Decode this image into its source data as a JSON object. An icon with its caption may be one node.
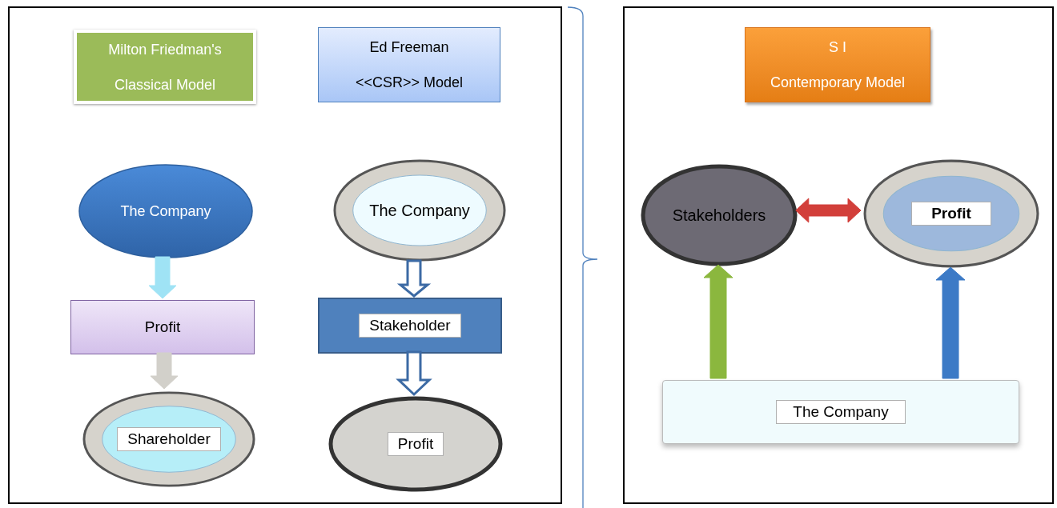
{
  "diagram": {
    "nodes": [
      {
        "text": [],
        "shape": "box"
      },
      {
        "text": [
          "Milton Friedman's",
          "Classical Model"
        ],
        "in": 0
      },
      {
        "text": [
          "Ed Freeman",
          "<<CSR>> Model"
        ],
        "in": 0
      },
      {
        "text": [
          "The Company"
        ],
        "in": 0
      },
      {
        "text": [
          "The Company"
        ],
        "in": 0
      },
      {
        "text": [
          "Profit"
        ],
        "in": 0
      },
      {
        "text": [
          "Stakeholder"
        ],
        "in": 0
      },
      {
        "text": [
          "Shareholder"
        ],
        "in": 0
      },
      {
        "text": [
          "Profit"
        ],
        "in": 0
      },
      {
        "text": [],
        "shape": "box"
      },
      {
        "text": [
          "S I",
          "Contemporary Model"
        ],
        "in": 9
      },
      {
        "text": [
          "Stakeholders"
        ],
        "in": 9
      },
      {
        "text": [
          "Profit"
        ],
        "in": 9
      },
      {
        "text": [
          "The Company"
        ],
        "in": 9
      }
    ],
    "edges": [
      {
        "from": 3,
        "to": 5,
        "arrow": "to",
        "style": "thick",
        "color": "#9fe3f5"
      },
      {
        "from": 5,
        "to": 7,
        "arrow": "to",
        "style": "thick",
        "color": "#d2d0ca"
      },
      {
        "from": 4,
        "to": 6,
        "arrow": "to",
        "style": "thick",
        "color": "#3c6aa4"
      },
      {
        "from": 6,
        "to": 8,
        "arrow": "to",
        "style": "thick",
        "color": "#3c6aa4"
      },
      {
        "from": 11,
        "to": 12,
        "arrow": "both",
        "style": "thick",
        "color": "#d23f3a"
      },
      {
        "from": 13,
        "to": 11,
        "arrow": "to",
        "style": "thick",
        "color": "#8bb73e"
      },
      {
        "from": 13,
        "to": 12,
        "arrow": "to",
        "style": "thick",
        "color": "#3c7ac6"
      }
    ]
  }
}
